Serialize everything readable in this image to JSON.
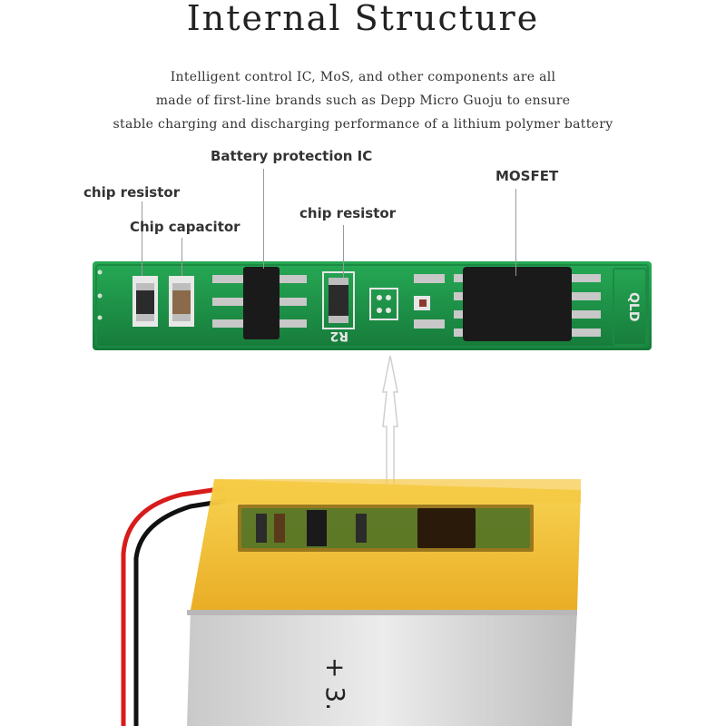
{
  "title": "Internal Structure",
  "description": {
    "line1": "Intelligent control IC, MoS, and other components are all",
    "line2": "made of first-line brands such as Depp Micro Guoju to ensure",
    "line3": "stable charging and discharging performance of a lithium polymer battery"
  },
  "labels": {
    "chip_resistor_left": "chip resistor",
    "chip_capacitor": "Chip capacitor",
    "protection_ic": "Battery protection IC",
    "chip_resistor_mid": "chip resistor",
    "mosfet": "MOSFET"
  },
  "pcb_markings": {
    "board_mark": "QLD",
    "r_mark": "R2"
  },
  "battery": {
    "print_fragment": "+ 3.",
    "colors": {
      "tape": "#f2c12e",
      "body": "#d9d9d9",
      "wire_red": "#d81b1b",
      "wire_black": "#111111"
    }
  },
  "colors": {
    "pcb": "#1f9a4a",
    "pcb_dark": "#177a3a",
    "chip": "#1a1a1a",
    "pad": "#c8c8c8"
  }
}
